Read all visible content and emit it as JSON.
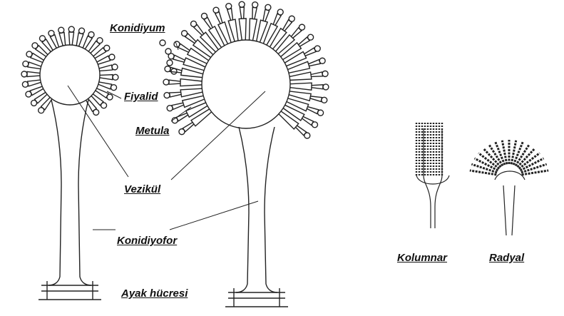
{
  "labels": {
    "konidiyum": "Konidiyum",
    "fiyalid": "Fiyalid",
    "metula": "Metula",
    "vezikul": "Vezikül",
    "konidiyofor": "Konidiyofor",
    "ayak_hucresi": "Ayak hücresi",
    "kolumnar": "Kolumnar",
    "radyal": "Radyal"
  },
  "colors": {
    "stroke": "#222222",
    "text": "#111111",
    "background": "#ffffff"
  }
}
